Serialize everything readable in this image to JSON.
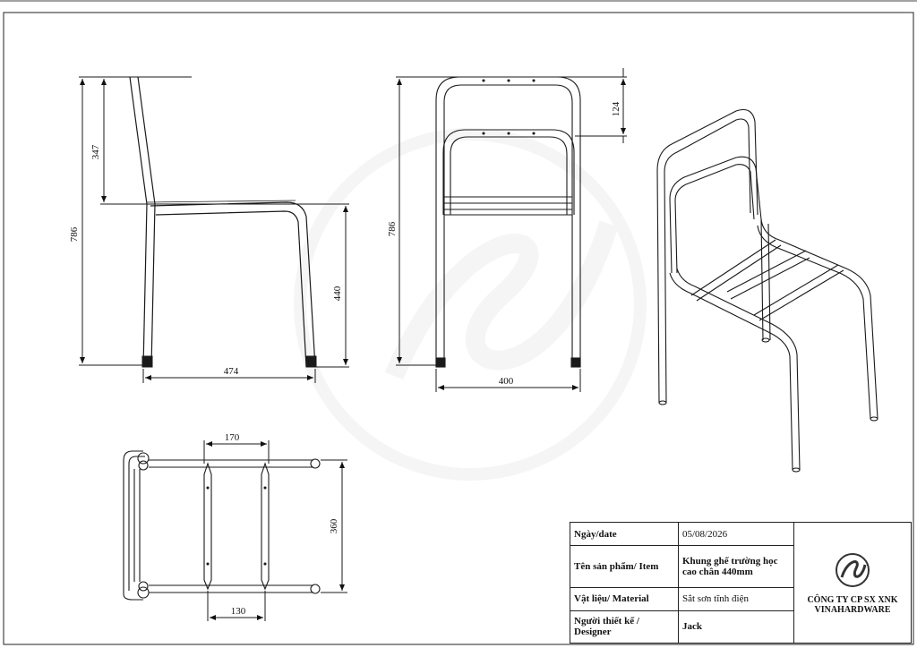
{
  "dimensions": {
    "side_total_height": "786",
    "side_back_height": "347",
    "side_seat_height": "440",
    "side_depth": "474",
    "front_total_height": "786",
    "front_top_offset": "124",
    "front_width": "400",
    "top_rail_spacing": "170",
    "top_width": "360",
    "top_bottom_spacing": "130"
  },
  "title_block": {
    "date_label": "Ngày/date",
    "date_value": "05/08/2026",
    "item_label": "Tên sản phẩm/ Item",
    "item_value": "Khung ghế trường học cao chân 440mm",
    "material_label": "Vật liệu/ Material",
    "material_value": "Sắt sơn tĩnh điện",
    "designer_label": "Người thiết kế / Designer",
    "designer_value": "Jack",
    "company_name": "CÔNG TY CP SX XNK VINAHARDWARE"
  },
  "colors": {
    "line": "#1a1a1a",
    "frame_fill": "#ffffff",
    "watermark": "#eeeeee"
  }
}
